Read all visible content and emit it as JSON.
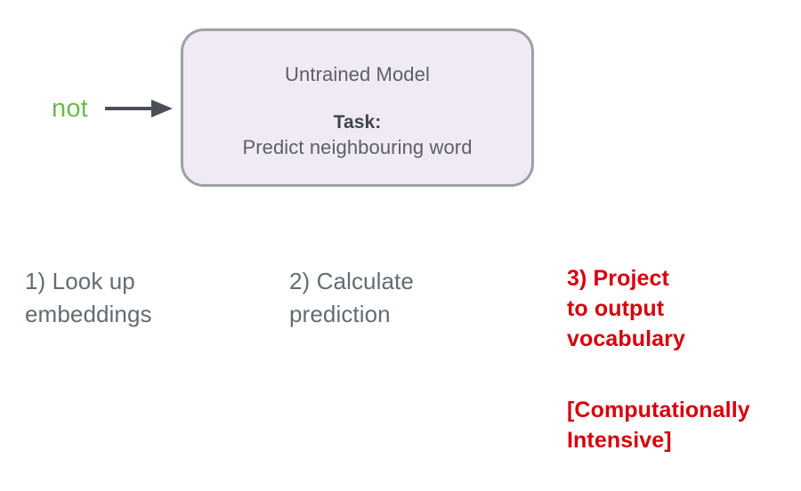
{
  "input": {
    "token": "not",
    "token_color": "#6cba4e",
    "arrow_icon": "arrow-right-icon",
    "arrow_color": "#4a4f58"
  },
  "model_box": {
    "title": "Untrained Model",
    "task_label": "Task:",
    "task_description": "Predict neighbouring word",
    "fill_color": "#f0eaf6",
    "border_color": "#9da1a1",
    "text_color": "#5b6068"
  },
  "steps": [
    {
      "id": "step-1",
      "text": "1) Look up\nembeddings",
      "color": "#626c73",
      "highlighted": false
    },
    {
      "id": "step-2",
      "text": "2) Calculate\nprediction",
      "color": "#626c73",
      "highlighted": false
    },
    {
      "id": "step-3",
      "text": "3) Project\nto output\nvocabulary",
      "color": "#d6000c",
      "highlighted": true
    }
  ],
  "step_3_note": {
    "text": "[Computationally\nIntensive]",
    "color": "#d6000c"
  },
  "colors": {
    "background": "#ffffff",
    "accent_red": "#d6000c",
    "accent_green": "#6cba4e",
    "neutral_gray": "#626c73"
  }
}
